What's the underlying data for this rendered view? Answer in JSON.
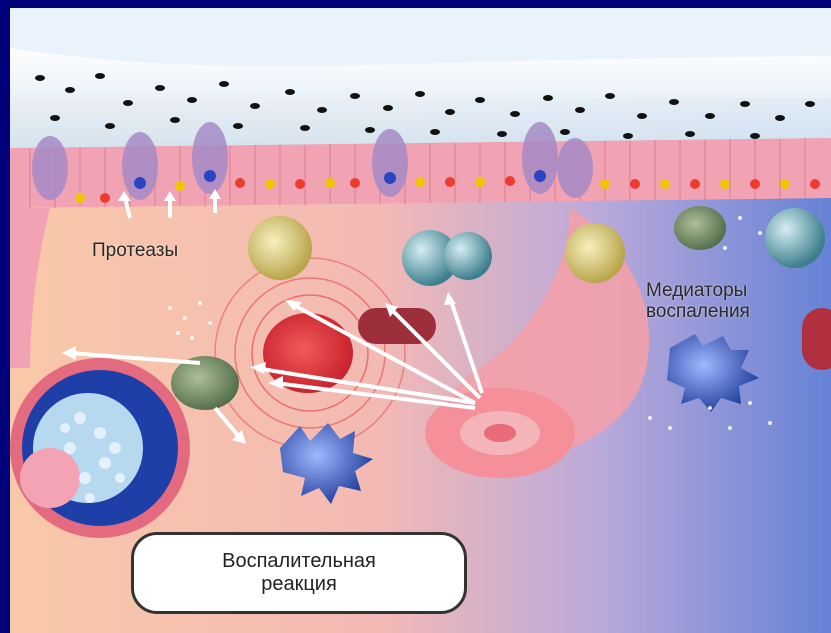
{
  "labels": {
    "proteases": "Протеазы",
    "mediators_line1": "Медиаторы",
    "mediators_line2": "воспаления",
    "reaction_line1": "Воспалительная",
    "reaction_line2": "реакция"
  },
  "colors": {
    "frame": "#00007a",
    "epithelium": "#f2a3b3",
    "tissue_left": "#f7c8a9",
    "tissue_right": "#6f86d8",
    "vessel": "#f08a96",
    "blue_cell": "#1c3ea8"
  }
}
